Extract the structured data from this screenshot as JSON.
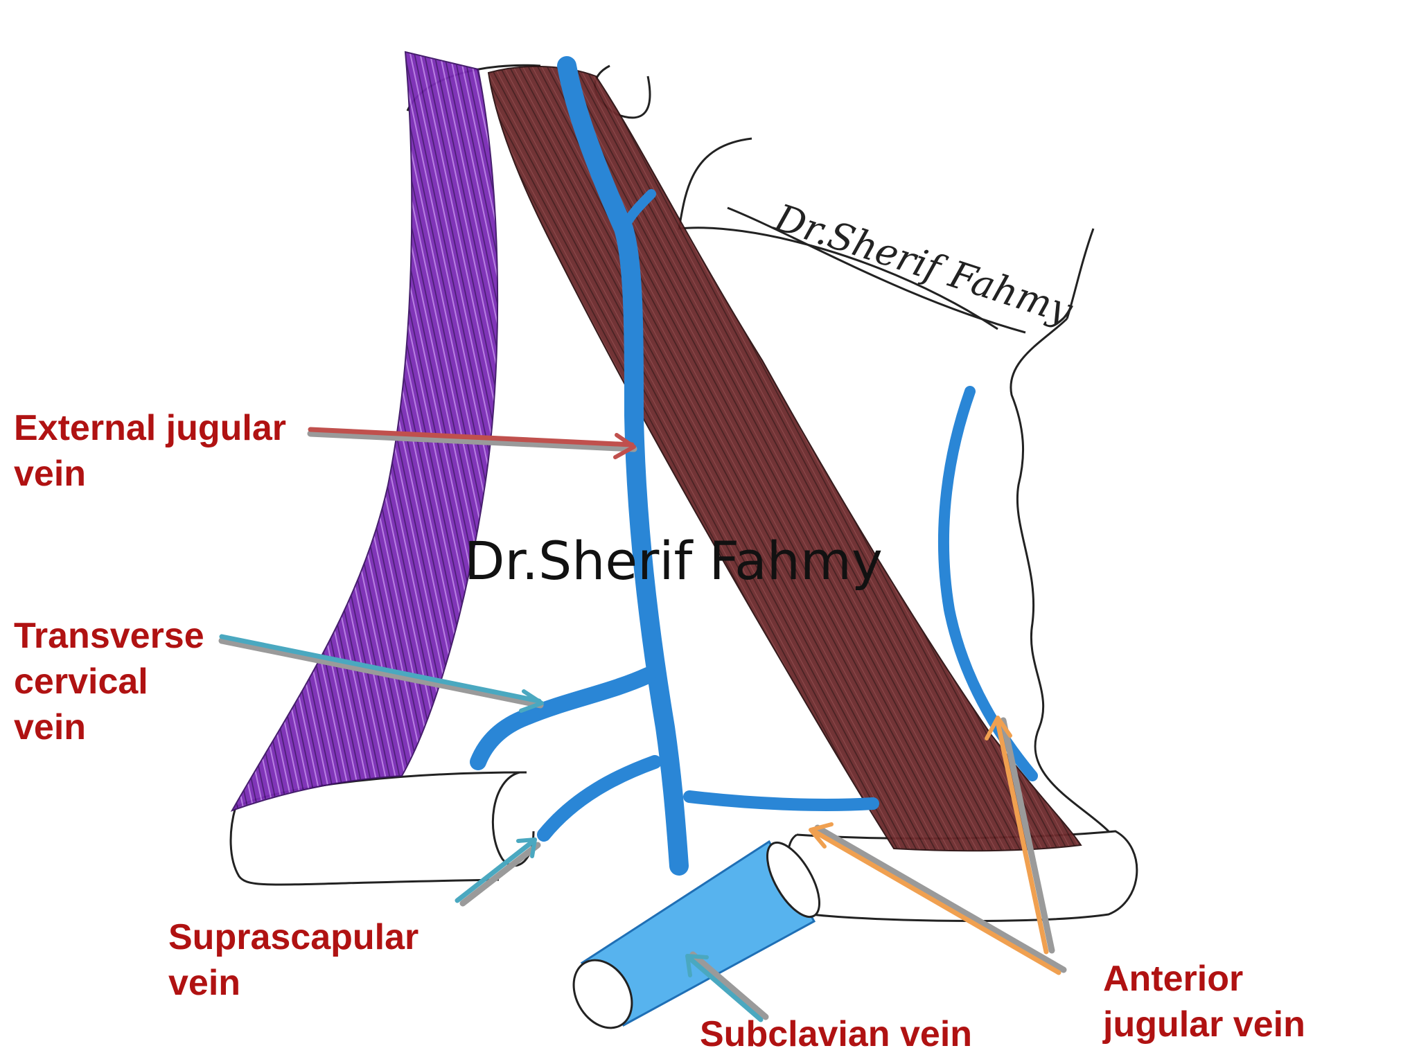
{
  "diagram": {
    "watermark": "Dr.Sherif Fahmy",
    "signature": "Dr.Sherif Fahmy",
    "labels": {
      "external_jugular": [
        "External jugular",
        "vein"
      ],
      "transverse_cervical": [
        "Transverse",
        "cervical",
        "vein"
      ],
      "suprascapular": [
        "Suprascapular",
        "vein"
      ],
      "subclavian": [
        "Subclavian vein"
      ],
      "anterior_jugular": [
        "Anterior",
        "jugular vein"
      ]
    },
    "colors": {
      "label_text": "#b01212",
      "vein": "#2a86d6",
      "vein_light": "#57b3ee",
      "trapezius": "#7a2bb5",
      "sternocleidomastoid": "#6b2a2c",
      "arrow_external_jugular": "#c0504d",
      "arrow_transverse_cervical": "#4aa8c0",
      "arrow_anterior_jugular": "#f0a050",
      "arrow_shadow": "#9a9a9a"
    }
  }
}
